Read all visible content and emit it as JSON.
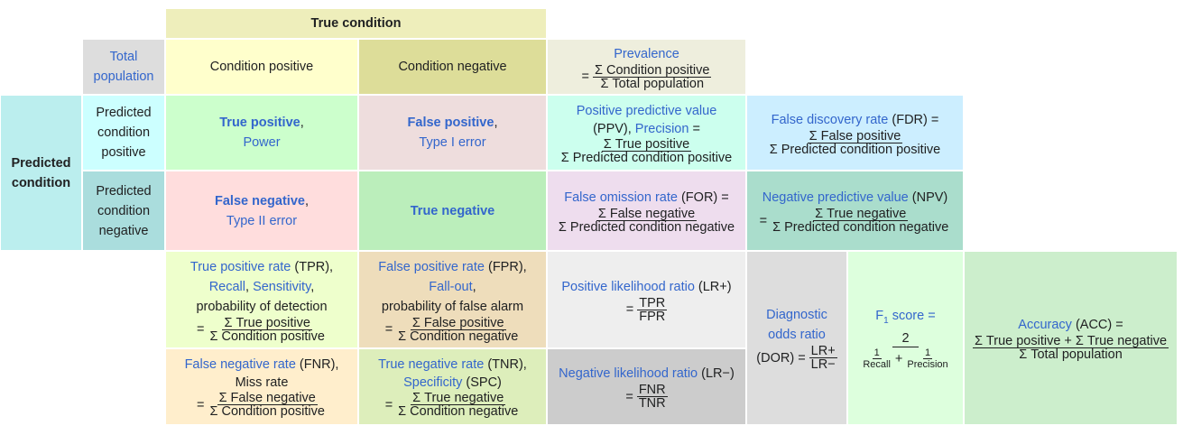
{
  "header": {
    "true_condition": "True condition",
    "predicted_condition": "Predicted condition"
  },
  "total_population": {
    "line1": "Total",
    "line2": "population"
  },
  "condition_positive": "Condition positive",
  "condition_negative": "Condition negative",
  "prevalence": {
    "title": "Prevalence",
    "eq": "=",
    "num": "Σ Condition positive",
    "den": "Σ Total population"
  },
  "predicted_positive": {
    "l1": "Predicted",
    "l2": "condition",
    "l3": "positive"
  },
  "predicted_negative": {
    "l1": "Predicted",
    "l2": "condition",
    "l3": "negative"
  },
  "true_positive": {
    "term": "True positive",
    "comma": ",",
    "sub": "Power"
  },
  "false_positive": {
    "term": "False positive",
    "comma": ",",
    "sub": "Type I error"
  },
  "false_negative": {
    "term": "False negative",
    "comma": ",",
    "sub": "Type II error"
  },
  "true_negative": {
    "term": "True negative"
  },
  "ppv": {
    "l1": "Positive predictive value",
    "l2a": "(PPV), ",
    "l2b": "Precision",
    "l2c": " =",
    "num": "Σ True positive",
    "den": "Σ Predicted condition positive"
  },
  "fdr": {
    "name": "False discovery rate",
    "abbr": " (FDR) =",
    "num": "Σ False positive",
    "den": "Σ Predicted condition positive"
  },
  "for": {
    "name": "False omission rate",
    "abbr": " (FOR) =",
    "num": "Σ False negative",
    "den": "Σ Predicted condition negative"
  },
  "npv": {
    "name": "Negative predictive value",
    "abbr": " (NPV)",
    "eq": "=",
    "num": "Σ True negative",
    "den": "Σ Predicted condition negative"
  },
  "tpr": {
    "name": "True positive rate",
    "abbr": " (TPR),",
    "l2a": "Recall",
    "l2b": ", ",
    "l2c": "Sensitivity",
    "l2d": ",",
    "l3": "probability of detection",
    "eq": "=",
    "num": "Σ True positive",
    "den": "Σ Condition positive"
  },
  "fpr": {
    "name": "False positive rate",
    "abbr": " (FPR),",
    "l2a": "Fall-out",
    "l2b": ",",
    "l3": "probability of false alarm",
    "eq": "=",
    "num": "Σ False positive",
    "den": "Σ Condition negative"
  },
  "lr_pos": {
    "name": "Positive likelihood ratio",
    "abbr": " (LR+)",
    "eq": "=",
    "num": "TPR",
    "den": "FPR"
  },
  "dor": {
    "l1": "Diagnostic",
    "l2": "odds ratio",
    "pre": "(DOR) =",
    "num": "LR+",
    "den": "LR−"
  },
  "f1": {
    "f": "F",
    "sub": "1",
    "rest": " score =",
    "num": "2",
    "t1num": "1",
    "t1den": "Recall",
    "plus": "+",
    "t2num": "1",
    "t2den": "Precision"
  },
  "accuracy": {
    "name": "Accuracy",
    "abbr": " (ACC) =",
    "num": "Σ True positive + Σ True negative",
    "den": "Σ Total population"
  },
  "fnr": {
    "name": "False negative rate",
    "abbr": " (FNR),",
    "l2": "Miss rate",
    "eq": "=",
    "num": "Σ False negative",
    "den": "Σ Condition positive"
  },
  "tnr": {
    "name": "True negative rate",
    "abbr": " (TNR),",
    "l2a": "Specificity",
    "l2b": " (SPC)",
    "eq": "=",
    "num": "Σ True negative",
    "den": "Σ Condition negative"
  },
  "lr_neg": {
    "name": "Negative likelihood ratio",
    "abbr": " (LR−)",
    "eq": "=",
    "num": "FNR",
    "den": "TNR"
  },
  "colors": {
    "true_condition": "#eeeebb",
    "total_pop": "#dddddd",
    "cond_pos": "#ffffcc",
    "cond_neg": "#dddd99",
    "prevalence": "#eeeedd",
    "pred_cond": "#bbeeee",
    "pred_pos": "#ccffff",
    "pred_neg": "#aadddd",
    "tp": "#ccffcc",
    "fp": "#eedddd",
    "fn": "#ffdddd",
    "tn": "#bbeebb",
    "ppv": "#ccffee",
    "fdr": "#cceeff",
    "for": "#eeddee",
    "npv": "#aaddcc",
    "tpr": "#eeffcc",
    "fpr": "#eeddbb",
    "lrp": "#eeeeee",
    "dor": "#dddddd",
    "f1": "#ddffdd",
    "acc": "#cceecc",
    "fnr": "#ffeecc",
    "tnr": "#ddeebb",
    "lrn": "#cccccc"
  }
}
